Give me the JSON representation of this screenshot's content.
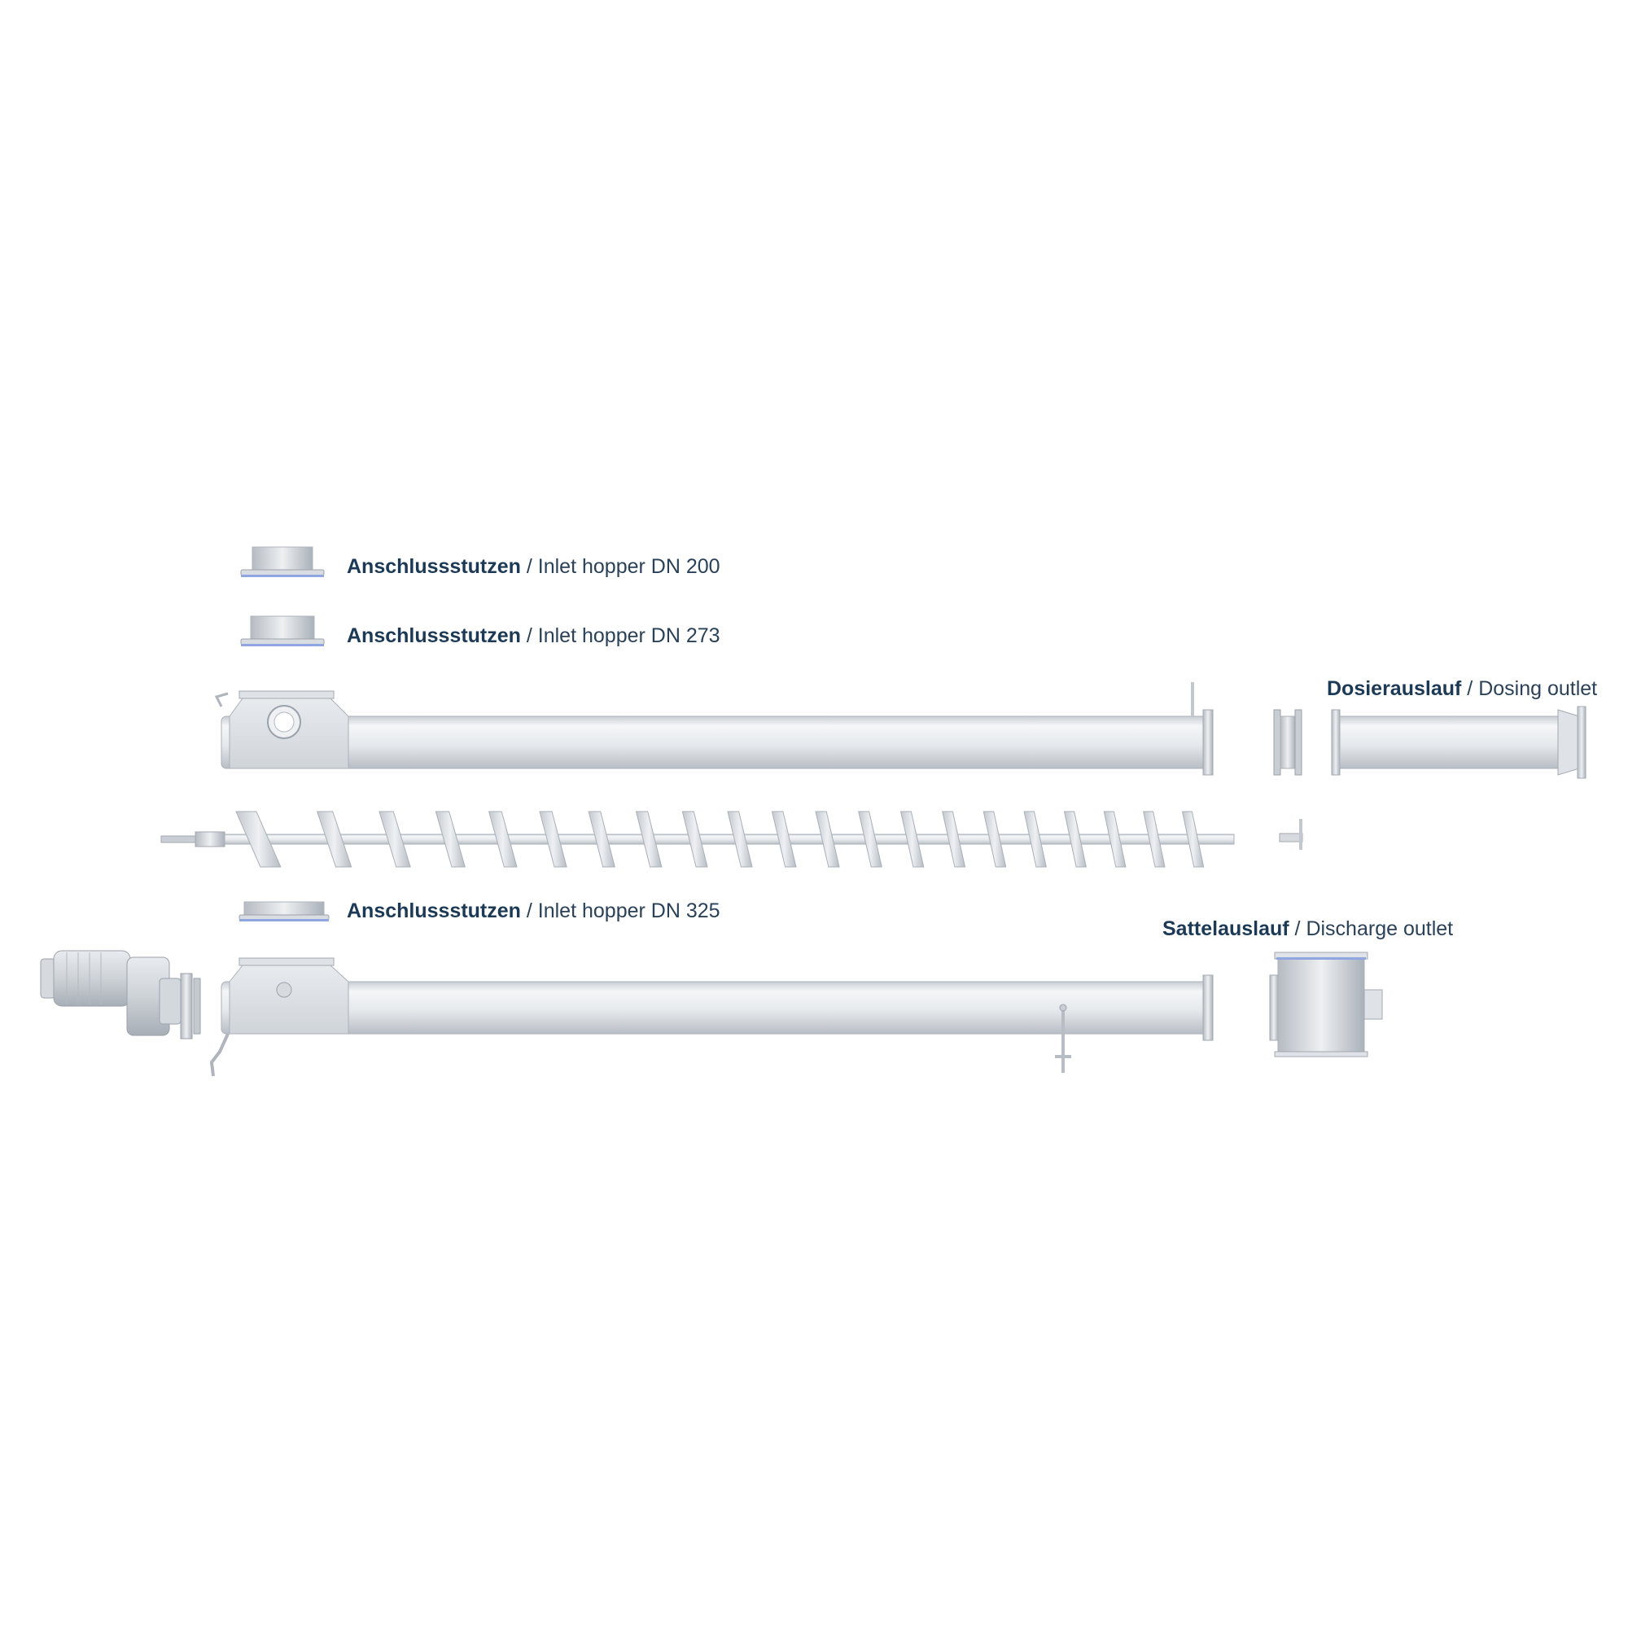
{
  "colors": {
    "label_bold": "#1c3a55",
    "label_regular": "#2a4158",
    "steel_light": "#f2f4f6",
    "steel_mid": "#d6dadf",
    "steel_dark": "#a9b0b8",
    "seal_blue": "#8fa6e0"
  },
  "labels": {
    "inlet_dn200": {
      "de": "Anschlussstutzen",
      "separator": " / ",
      "en": "Inlet hopper DN 200"
    },
    "inlet_dn273": {
      "de": "Anschlussstutzen",
      "separator": " / ",
      "en": "Inlet hopper DN 273"
    },
    "dosing_outlet": {
      "de": "Dosierauslauf",
      "separator": " / ",
      "en": "Dosing outlet"
    },
    "inlet_dn325": {
      "de": "Anschlussstutzen",
      "separator": " / ",
      "en": "Inlet hopper DN 325"
    },
    "discharge_outlet": {
      "de": "Sattelauslauf",
      "separator": " / ",
      "en": "Discharge outlet"
    }
  },
  "components": {
    "auger_flights": 22,
    "icons": [
      "inlet-flange-icon",
      "tube-icon",
      "auger-screw-icon",
      "motor-icon",
      "gearbox-icon",
      "coupling-icon",
      "dosing-outlet-icon",
      "saddle-outlet-icon",
      "bearing-icon"
    ]
  }
}
